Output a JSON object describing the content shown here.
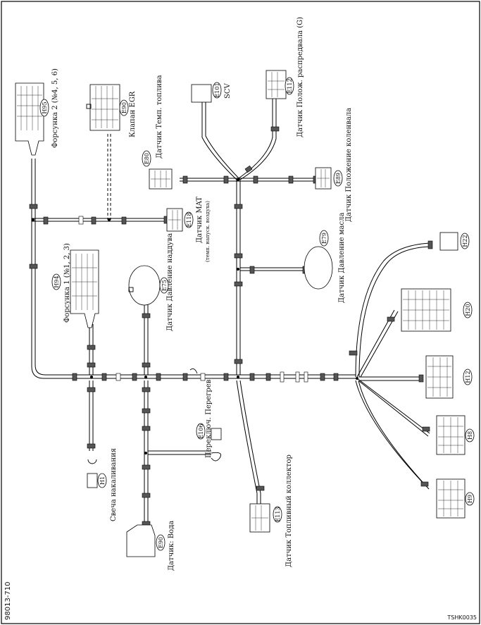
{
  "diagram": {
    "page_code": "98013-710",
    "figure_code": "TSHK0035",
    "connectors": {
      "h95": {
        "id": "H95",
        "label": "Форсунка 2 (№4, 5, 6)"
      },
      "e90_top": {
        "id": "E90",
        "label": "Клапан EGR"
      },
      "e80": {
        "id": "E80",
        "label": "Датчик Темп. топлива"
      },
      "e101": {
        "id": "E101",
        "label": "SCV"
      },
      "e112": {
        "id": "E112",
        "label": "Датчик Полож. распредвала (G)"
      },
      "e89": {
        "id": "E89",
        "label": "Датчик Положение коленвала"
      },
      "e118": {
        "id": "E118",
        "label": "Датчик MAT",
        "label2": "(темп. напуск. воздуха)"
      },
      "h94": {
        "id": "H94",
        "label": "Форсунка 1 (№1, 2, 3)"
      },
      "e75": {
        "id": "E75",
        "label": "Датчик Давление наддува"
      },
      "e79": {
        "id": "E79",
        "label": "Датчик Давление масла"
      },
      "h22": {
        "id": "H22"
      },
      "h20": {
        "id": "H20"
      },
      "h12": {
        "id": "H12"
      },
      "h8": {
        "id": "H8"
      },
      "h9": {
        "id": "H9"
      },
      "e106": {
        "id": "E106",
        "label": "Переключ. Перегрев"
      },
      "h1": {
        "id": "H1",
        "label": "Свеча накаливания"
      },
      "e113": {
        "id": "E113",
        "label": "Датчик Топливный коллектор"
      },
      "e90_bottom": {
        "id": "E90",
        "label": "Датчик: Вода"
      }
    }
  }
}
